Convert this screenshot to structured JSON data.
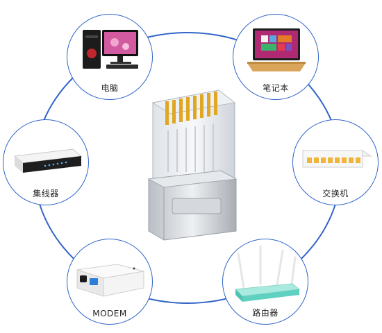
{
  "devices": {
    "computer": {
      "label": "电脑",
      "icon": "desktop-computer-icon"
    },
    "laptop": {
      "label": "笔记本",
      "icon": "laptop-icon"
    },
    "hub": {
      "label": "集线器",
      "icon": "network-hub-icon"
    },
    "switch": {
      "label": "交换机",
      "icon": "network-switch-icon"
    },
    "modem": {
      "label": "MODEM",
      "icon": "modem-icon"
    },
    "router": {
      "label": "路由器",
      "icon": "wireless-router-icon"
    }
  },
  "center": {
    "icon": "rj45-connector-icon"
  },
  "colors": {
    "ring": "#2f63c8",
    "connector_pins": "#e0a722",
    "router_body": "#5fd1c0",
    "modem_port": "#2b7fd6",
    "laptop_screen": "#c7317a"
  }
}
